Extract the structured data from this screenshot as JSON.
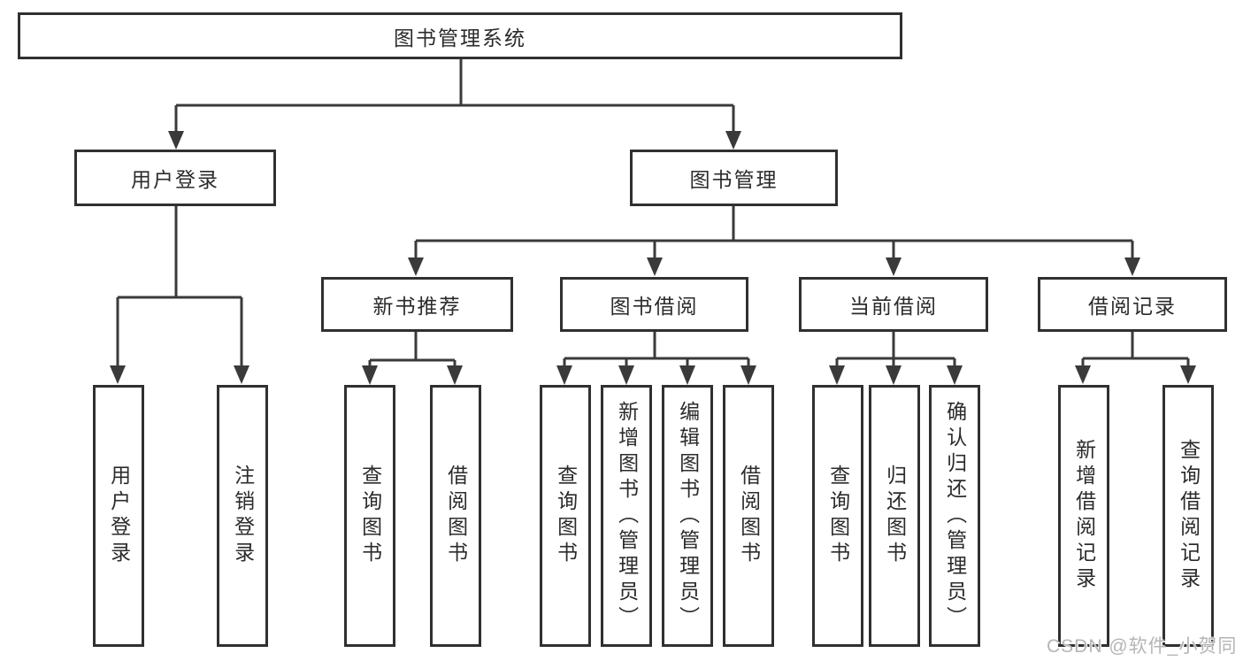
{
  "tree": {
    "label": "图书管理系统",
    "children": [
      {
        "label": "用户登录",
        "children": [
          {
            "label": "用户登录"
          },
          {
            "label": "注销登录"
          }
        ]
      },
      {
        "label": "图书管理",
        "children": [
          {
            "label": "新书推荐",
            "children": [
              {
                "label": "查询图书"
              },
              {
                "label": "借阅图书"
              }
            ]
          },
          {
            "label": "图书借阅",
            "children": [
              {
                "label": "查询图书"
              },
              {
                "label": "新增图书（管理员）"
              },
              {
                "label": "编辑图书（管理员）"
              },
              {
                "label": "借阅图书"
              }
            ]
          },
          {
            "label": "当前借阅",
            "children": [
              {
                "label": "查询图书"
              },
              {
                "label": "归还图书"
              },
              {
                "label": "确认归还（管理员）"
              }
            ]
          },
          {
            "label": "借阅记录",
            "children": [
              {
                "label": "新增借阅记录"
              },
              {
                "label": "查询借阅记录"
              }
            ]
          }
        ]
      }
    ]
  },
  "watermark": {
    "text": "CSDN @软件_小贺同学"
  },
  "colors": {
    "line": "#3a3a3a",
    "box_border": "#303030",
    "text": "#2b2b2b",
    "watermark": "#b5b5b5",
    "background": "#ffffff"
  }
}
